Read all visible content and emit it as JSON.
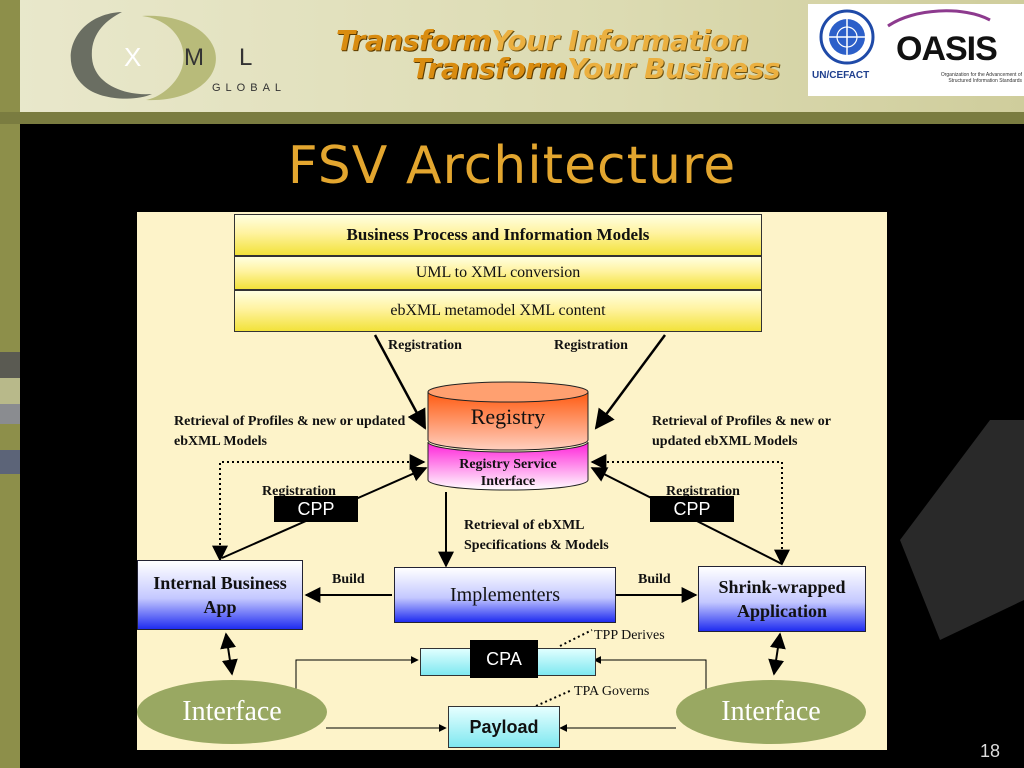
{
  "header": {
    "logo_letters": [
      "X",
      "M",
      "L"
    ],
    "logo_sub": "GLOBAL",
    "slogan_line1": {
      "word": "Transform",
      "rest": "Your Information"
    },
    "slogan_line2": {
      "word": "Transform",
      "rest": "Your Business"
    },
    "partner_logos": {
      "uncefact": "UN/CEFACT",
      "oasis": "OASIS",
      "oasis_tagline": "Organization for the Advancement of Structured Information Standards"
    }
  },
  "title": "FSV Architecture",
  "diagram": {
    "bands": [
      "Business Process and Information Models",
      "UML to XML conversion",
      "ebXML metamodel XML content"
    ],
    "registration_left": "Registration",
    "registration_right": "Registration",
    "registry": "Registry",
    "registry_service": "Registry Service Interface",
    "retrieval_left": "Retrieval of Profiles & new or updated ebXML Models",
    "retrieval_right": "Retrieval of Profiles & new or updated ebXML Models",
    "registration_low_left": "Registration",
    "registration_low_right": "Registration",
    "cpp_left": "CPP",
    "cpp_right": "CPP",
    "retrieval_specs": "Retrieval of ebXML Specifications & Models",
    "internal_app": "Internal Business App",
    "implementers": "Implementers",
    "shrink_wrapped": "Shrink-wrapped Application",
    "build_left": "Build",
    "build_right": "Build",
    "cpa": "CPA",
    "tpp_derives": "TPP Derives",
    "tpa_governs": "TPA Governs",
    "payload": "Payload",
    "interface_left": "Interface",
    "interface_right": "Interface"
  },
  "page_number": "18",
  "colors": {
    "title": "#e3a62f",
    "panel": "#fdf3c9",
    "band_yellow": "#f2e23a",
    "oval": "#99a862",
    "registry_top": "#ff6a1a",
    "registry_service": "#ff2de0",
    "cpa_bar": "#7fe8f0"
  }
}
